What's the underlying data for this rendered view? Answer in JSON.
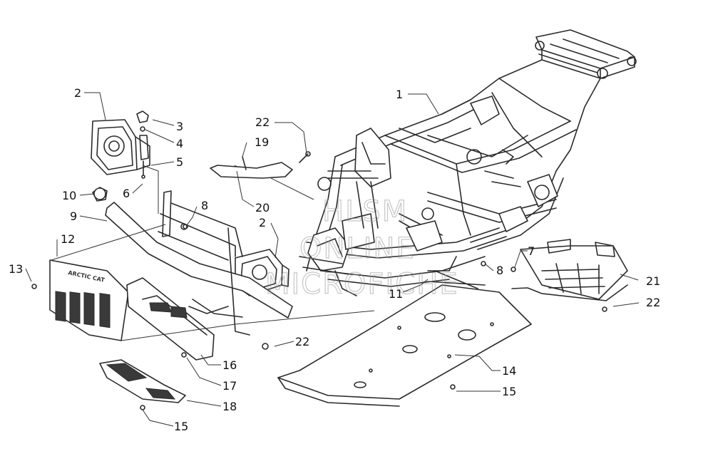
{
  "callouts": [
    {
      "id": "c1",
      "label": "1"
    },
    {
      "id": "c2a",
      "label": "2"
    },
    {
      "id": "c2b",
      "label": "2"
    },
    {
      "id": "c3",
      "label": "3"
    },
    {
      "id": "c4",
      "label": "4"
    },
    {
      "id": "c5",
      "label": "5"
    },
    {
      "id": "c6",
      "label": "6"
    },
    {
      "id": "c7",
      "label": "7"
    },
    {
      "id": "c8a",
      "label": "8"
    },
    {
      "id": "c8b",
      "label": "8"
    },
    {
      "id": "c9",
      "label": "9"
    },
    {
      "id": "c10",
      "label": "10"
    },
    {
      "id": "c11",
      "label": "11"
    },
    {
      "id": "c12",
      "label": "12"
    },
    {
      "id": "c13",
      "label": "13"
    },
    {
      "id": "c14",
      "label": "14"
    },
    {
      "id": "c15a",
      "label": "15"
    },
    {
      "id": "c15b",
      "label": "15"
    },
    {
      "id": "c16",
      "label": "16"
    },
    {
      "id": "c17",
      "label": "17"
    },
    {
      "id": "c18",
      "label": "18"
    },
    {
      "id": "c19",
      "label": "19"
    },
    {
      "id": "c20",
      "label": "20"
    },
    {
      "id": "c21",
      "label": "21"
    },
    {
      "id": "c22a",
      "label": "22"
    },
    {
      "id": "c22b",
      "label": "22"
    },
    {
      "id": "c22c",
      "label": "22"
    }
  ],
  "watermark": {
    "line1": "HLSM",
    "line2": "ONLINE",
    "line3": "MICROFICHE"
  },
  "grille_brand": "ARCTIC CAT"
}
